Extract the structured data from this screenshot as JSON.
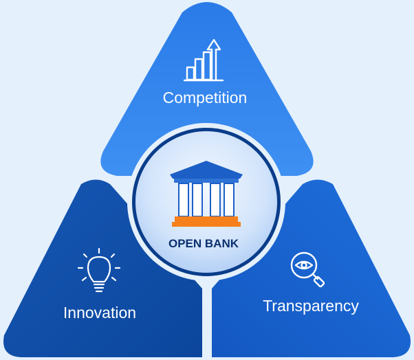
{
  "center": {
    "label": "OPEN BANK",
    "icon": "bank-building-icon"
  },
  "segments": [
    {
      "key": "competition",
      "label": "Competition",
      "icon": "growth-chart-arrow-icon",
      "color": "#3585ee"
    },
    {
      "key": "innovation",
      "label": "Innovation",
      "icon": "lightbulb-icon",
      "color": "#0d4fa8"
    },
    {
      "key": "transparency",
      "label": "Transparency",
      "icon": "eye-magnifier-icon",
      "color": "#1763d0"
    }
  ],
  "colors": {
    "background": "#e4f0fc",
    "circle_ring": "#0a3d8a",
    "circle_fill": "#d2e4fb",
    "bank_roof": "#1c5fc6",
    "bank_base": "#f6801b",
    "center_text": "#0b2f6e"
  }
}
